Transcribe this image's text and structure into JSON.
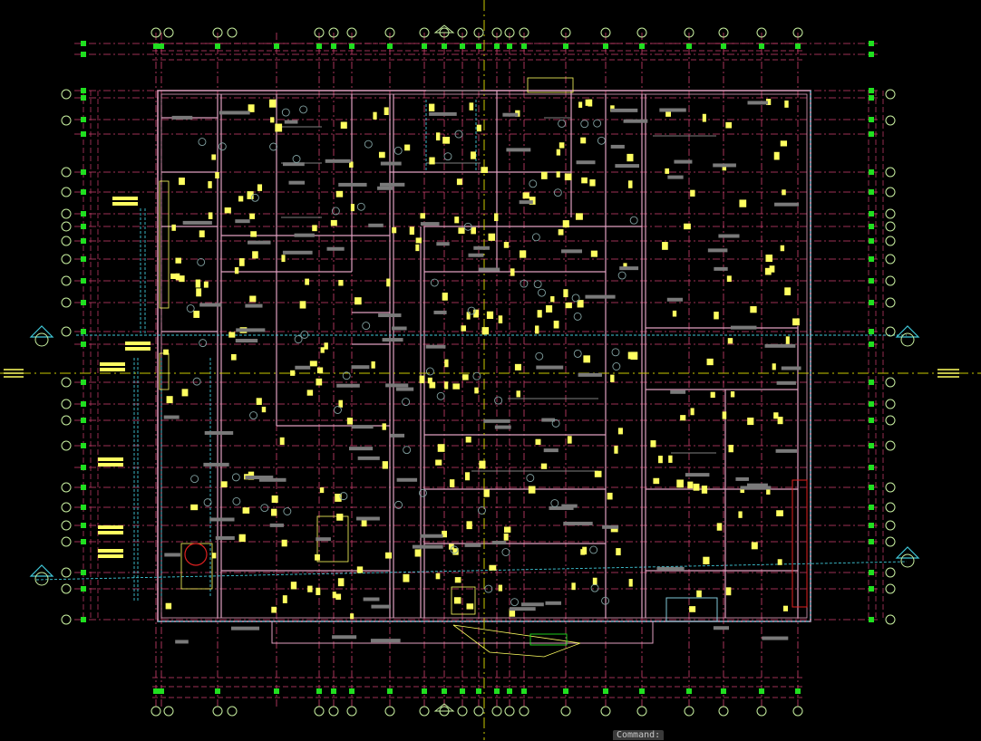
{
  "command_line": {
    "prompt": "Command:"
  },
  "colors": {
    "background": "#000000",
    "grid_line": "#d04070",
    "wall": "#e0a0c0",
    "cyan": "#40c8d8",
    "yellow": "#ffff60",
    "green": "#20e020",
    "red": "#e02020",
    "gray_text": "#888888",
    "bubble": "#c8f0a0",
    "axis": "#c8c800"
  },
  "grid_bubbles": {
    "shape": "circle",
    "label_style": "hidden-small"
  },
  "ucs_axes": "crosshair-yellow"
}
